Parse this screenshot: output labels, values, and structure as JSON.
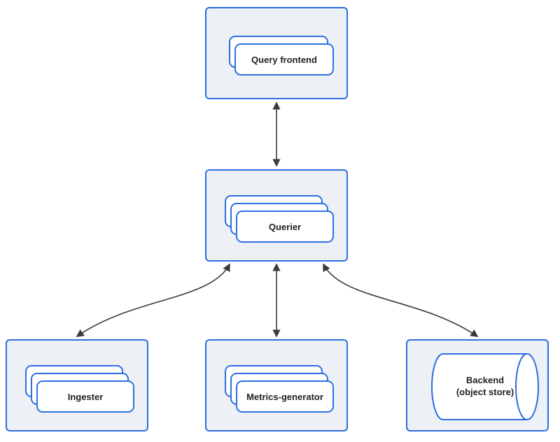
{
  "diagram": {
    "nodes": {
      "query_frontend": {
        "label": "Query frontend",
        "stack_count": 2
      },
      "querier": {
        "label": "Querier",
        "stack_count": 3
      },
      "ingester": {
        "label": "Ingester",
        "stack_count": 3
      },
      "metrics_generator": {
        "label": "Metrics-generator",
        "stack_count": 3
      },
      "backend": {
        "shape": "cylinder",
        "label_lines": [
          "Backend",
          "(object store)"
        ]
      }
    },
    "edges": [
      {
        "from": "query_frontend",
        "to": "querier",
        "bidirectional": true,
        "style": "straight"
      },
      {
        "from": "querier",
        "to": "ingester",
        "bidirectional": true,
        "style": "curved"
      },
      {
        "from": "querier",
        "to": "metrics_generator",
        "bidirectional": true,
        "style": "straight"
      },
      {
        "from": "querier",
        "to": "backend",
        "bidirectional": true,
        "style": "curved"
      }
    ],
    "colors": {
      "container_fill": "#edf0f4",
      "container_border": "#2d6ee2",
      "card_fill": "#ffffff",
      "card_border": "#2d6ee2",
      "arrow": "#3a3a3a",
      "text": "#1f1f1f"
    }
  }
}
